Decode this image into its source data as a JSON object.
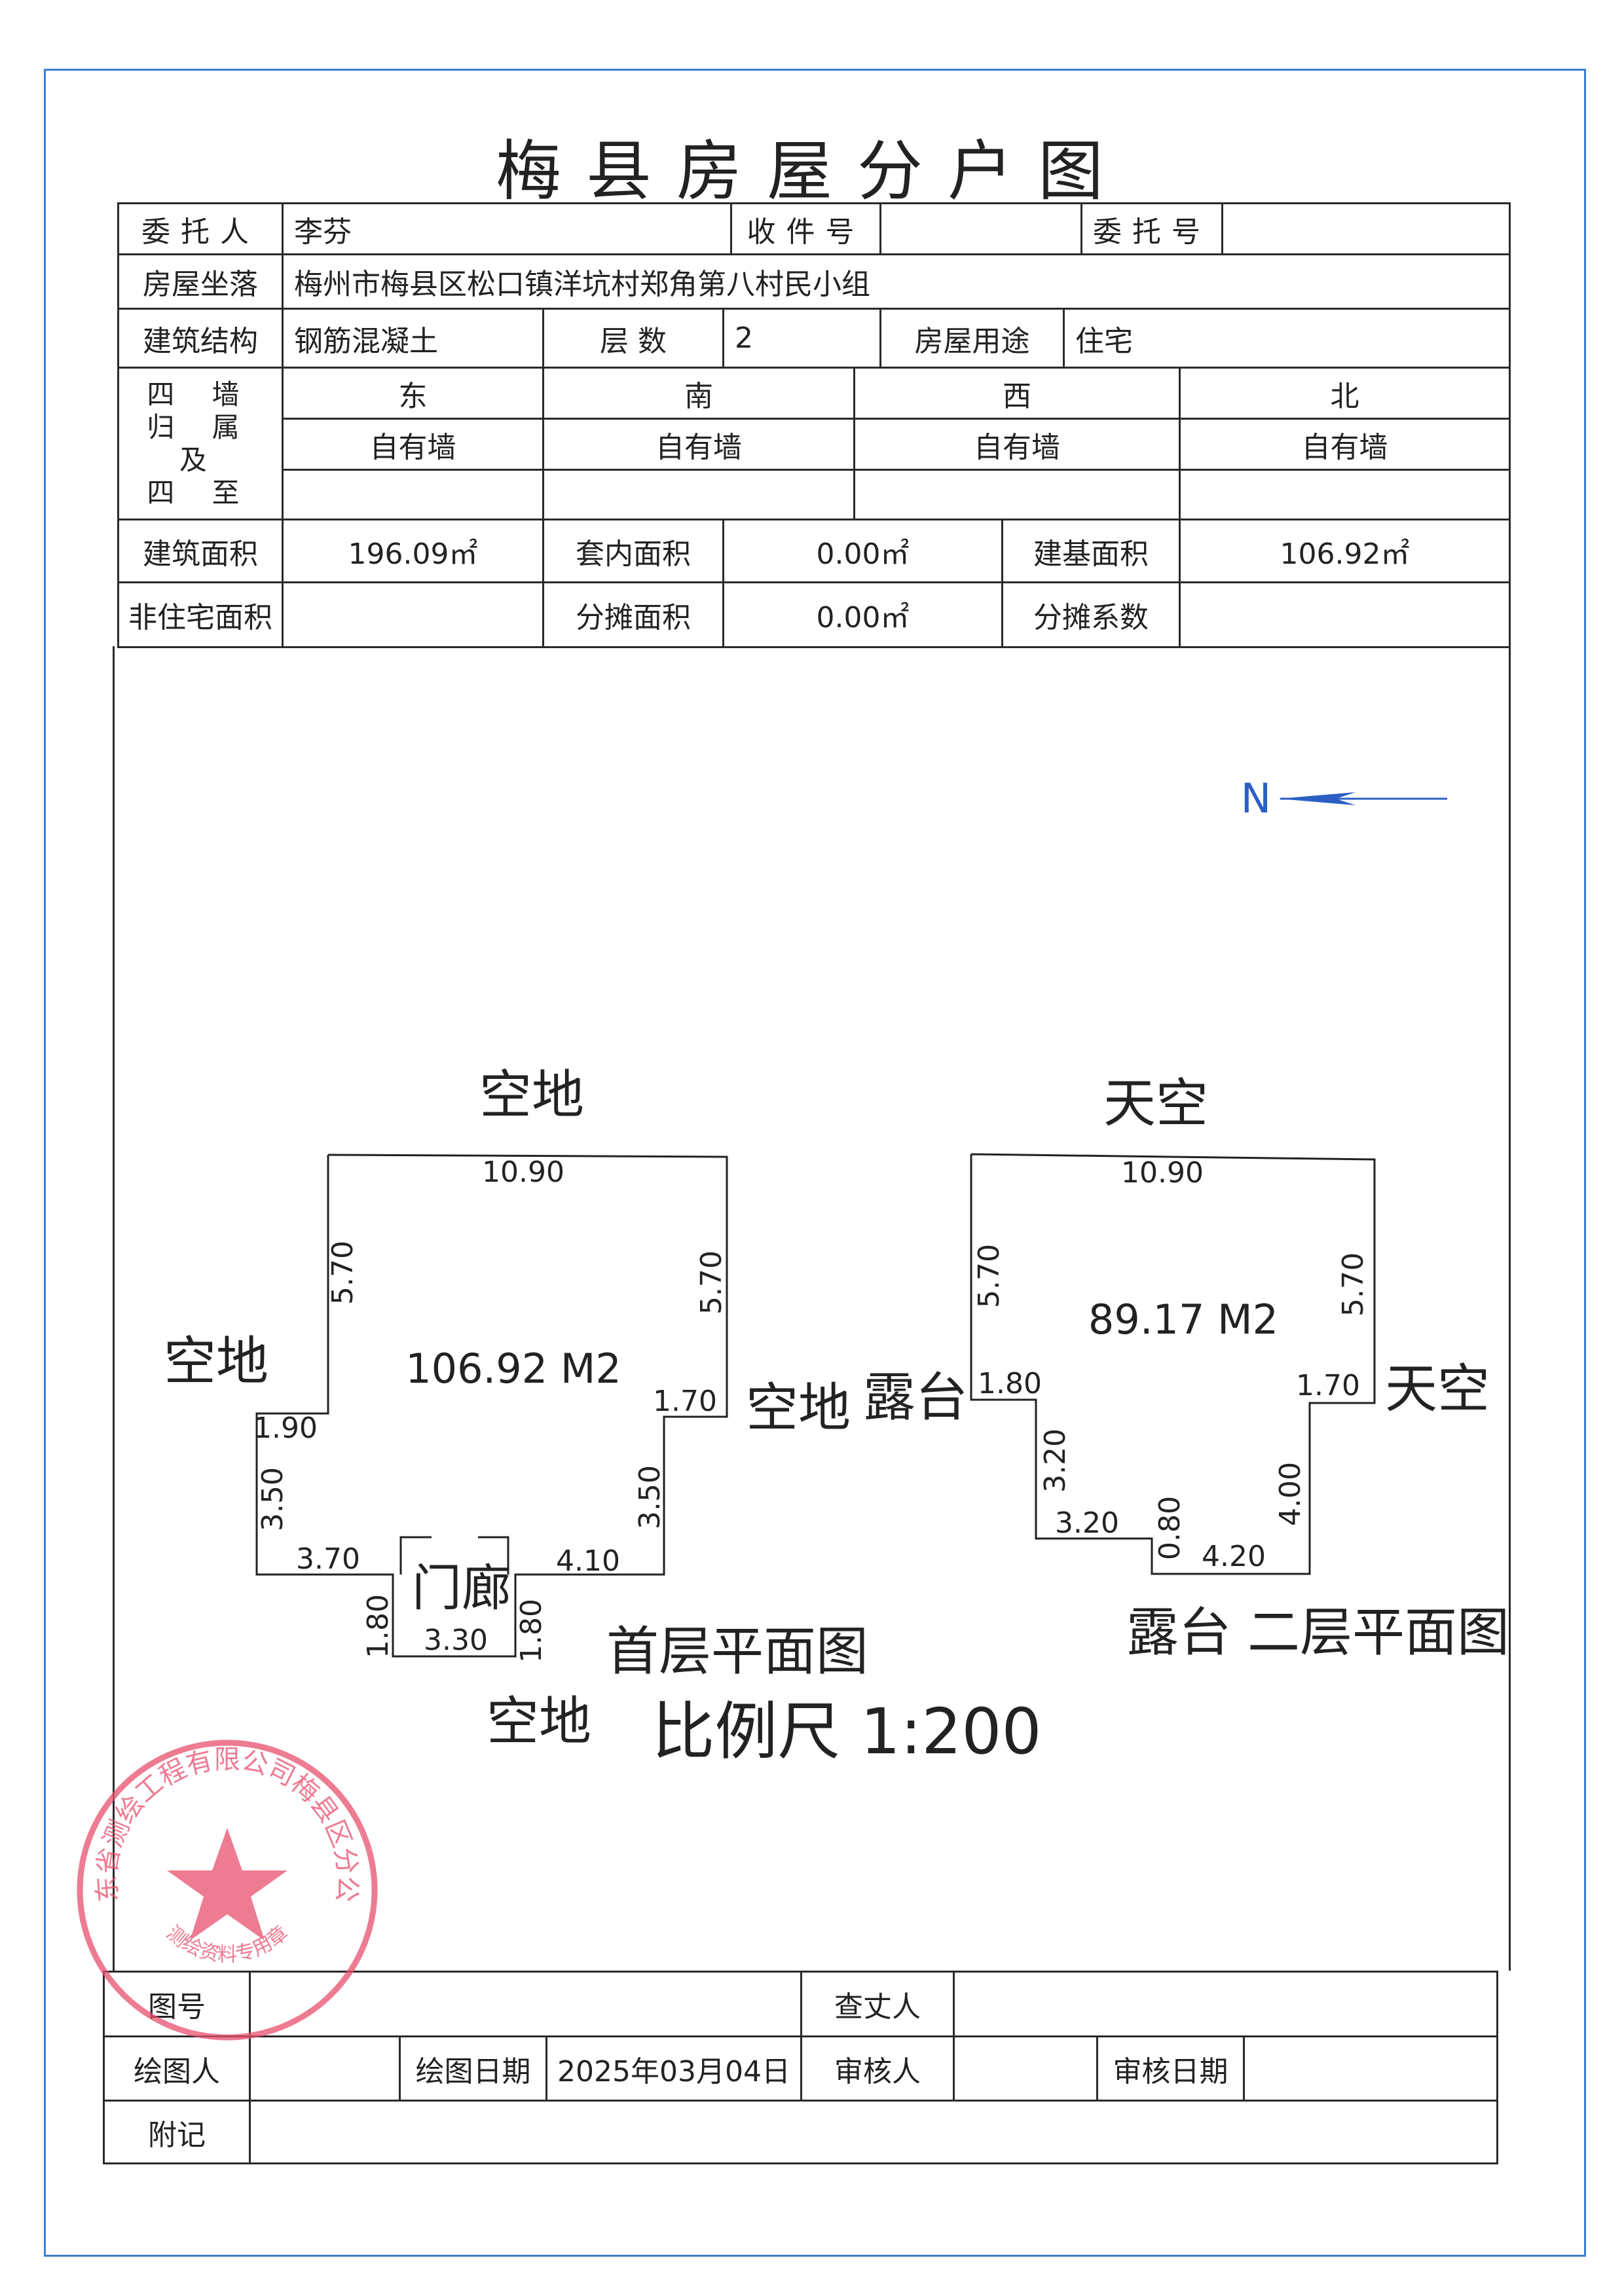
{
  "title": "梅县房屋分户图",
  "info": {
    "client_label": "委托人",
    "client": "李芬",
    "receipt_no_label": "收件号",
    "receipt_no": "",
    "commission_no_label": "委托号",
    "commission_no": "",
    "location_label": "房屋坐落",
    "location": "梅州市梅县区松口镇洋坑村郑角第八村民小组",
    "structure_label": "建筑结构",
    "structure": "钢筋混凝土",
    "floors_label": "层 数",
    "floors": "2",
    "usage_label": "房屋用途",
    "usage": "住宅"
  },
  "walls": {
    "label_lines": [
      "四 墙",
      "归 属",
      "及",
      "四 至"
    ],
    "directions": [
      {
        "name": "东",
        "ownership": "自有墙"
      },
      {
        "name": "南",
        "ownership": "自有墙"
      },
      {
        "name": "西",
        "ownership": "自有墙"
      },
      {
        "name": "北",
        "ownership": "自有墙"
      }
    ]
  },
  "areas": {
    "building_area_label": "建筑面积",
    "building_area": "196.09㎡",
    "inner_area_label": "套内面积",
    "inner_area": "0.00㎡",
    "base_area_label": "建基面积",
    "base_area": "106.92㎡",
    "non_residential_label": "非住宅面积",
    "non_residential": "",
    "shared_area_label": "分摊面积",
    "shared_area": "0.00㎡",
    "shared_coef_label": "分摊系数",
    "shared_coef": ""
  },
  "north": {
    "label": "N",
    "color": "#2b5fc4"
  },
  "floor1": {
    "area": "106.92 M2",
    "caption": "首层平面图",
    "porch": "门廊",
    "surroundings": {
      "top": "空地",
      "left": "空地",
      "right": "空地",
      "bottom": "空地"
    },
    "dims": {
      "top": "10.90",
      "left_upper": "5.70",
      "right_upper": "5.70",
      "right_step": "1.70",
      "left_step": "1.90",
      "left_lower": "3.50",
      "right_lower": "3.50",
      "bottom_left": "3.70",
      "bottom_right": "4.10",
      "porch_left": "1.80",
      "porch_right": "1.80",
      "porch_bottom": "3.30"
    }
  },
  "floor2": {
    "area": "89.17 M2",
    "caption": "二层平面图",
    "surroundings": {
      "top": "天空",
      "right": "天空",
      "left": "露台",
      "bottom": "露台"
    },
    "dims": {
      "top": "10.90",
      "left_upper": "5.70",
      "right_upper": "5.70",
      "left_step": "1.80",
      "right_step": "1.70",
      "left_lower": "3.20",
      "bottom_left": "3.20",
      "bottom_step": "0.80",
      "bottom_right": "4.20",
      "right_lower": "4.00"
    }
  },
  "scale": "比例尺 1:200",
  "footer": {
    "map_no_label": "图号",
    "map_no": "",
    "surveyor_label": "查丈人",
    "surveyor": "",
    "drafter_label": "绘图人",
    "drafter": "",
    "draw_date_label": "绘图日期",
    "draw_date": "2025年03月04日",
    "reviewer_label": "审核人",
    "reviewer": "",
    "review_date_label": "审核日期",
    "review_date": "",
    "notes_label": "附记",
    "notes": ""
  },
  "stamp": {
    "text_top": "广东省测绘工程有限公司梅县区分公司",
    "text_bottom": "测绘资料专用章",
    "color": "#e8506e"
  }
}
